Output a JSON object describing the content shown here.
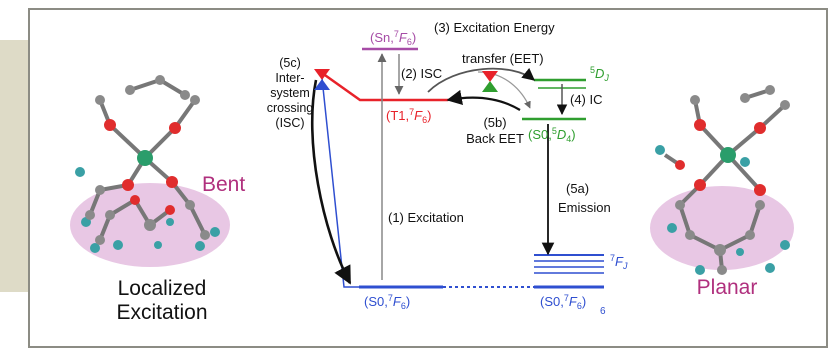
{
  "colors": {
    "sn_level": "#a64ca6",
    "triplet": "#e8222a",
    "europium": "#2f9e2f",
    "ground": "#2f4fd0",
    "arrow": "#111111",
    "bent": "#b0307e",
    "planar": "#b0307e",
    "ellipse": "#e7c4e3"
  },
  "states": {
    "sn_prefix": "(Sn,",
    "sn_sup": "7",
    "sn_sub": "F",
    "sn_sub_index": "6",
    "sn_suffix": ")",
    "t1_prefix": "(T1,",
    "t1_sup": "7",
    "t1_sub": "F",
    "t1_sub_index": "6",
    "t1_suffix": ")",
    "d_sup": "5",
    "d_main": "D",
    "d_index": "J",
    "s0d4_prefix": "(S0,",
    "s0d4_sup": "5",
    "s0d4_main": "D",
    "s0d4_index": "4",
    "s0d4_suffix": ")",
    "fj_sup": "7",
    "fj_main": "F",
    "fj_index": "J",
    "s0_left_prefix": "(S0,",
    "s0_left_sup": "7",
    "s0_left_main": "F",
    "s0_left_index": "6",
    "s0_left_suffix": ")",
    "s0_right_prefix": "(S0,",
    "s0_right_sup": "7",
    "s0_right_main": "F",
    "s0_right_index": "6",
    "s0_right_suffix": ")",
    "trailing_index": "6"
  },
  "processes": {
    "eet_line1": "(3) Excitation Energy",
    "eet_line2": "transfer (EET)",
    "isc2": "(2) ISC",
    "ic": "(4) IC",
    "isc5c_line1": "(5c)",
    "isc5c_line2": "Inter-",
    "isc5c_line3": "system",
    "isc5c_line4": "crossing",
    "isc5c_line5": "(ISC)",
    "backeet_line1": "(5b)",
    "backeet_line2": "Back EET",
    "excitation": "(1) Excitation",
    "emission_line1": "(5a)",
    "emission_line2": "Emission"
  },
  "labels": {
    "bent": "Bent",
    "localized_line1": "Localized",
    "localized_line2": "Excitation",
    "planar": "Planar"
  }
}
